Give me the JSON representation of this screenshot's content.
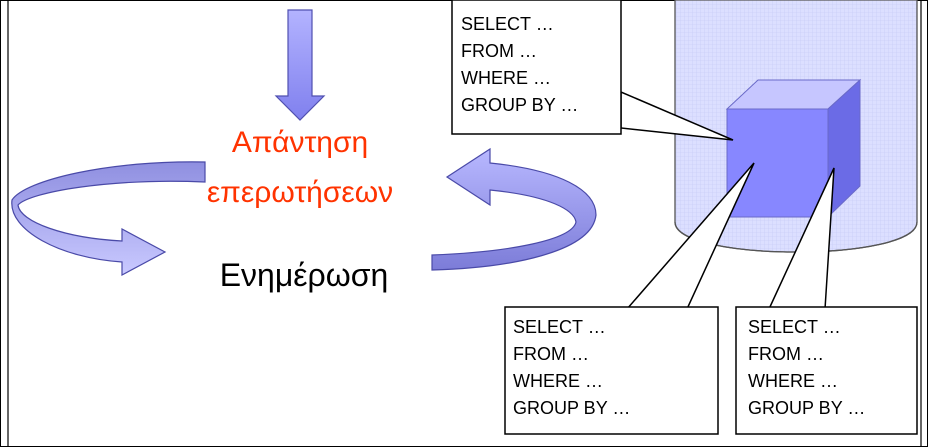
{
  "diagram": {
    "query_answering_line1": "Απάντηση",
    "query_answering_line2": "επερωτήσεων",
    "update_label": "Ενημέρωση",
    "colors": {
      "highlight_text": "#ff3300",
      "arrow_fill": "#9999ff",
      "cylinder_fill": "#d8dcff",
      "cube_front": "#8080ff"
    },
    "callouts": [
      {
        "lines": [
          "SELECT …",
          "FROM …",
          "WHERE …",
          "GROUP BY …"
        ]
      },
      {
        "lines": [
          "SELECT …",
          "FROM …",
          "WHERE …",
          "GROUP BY …"
        ]
      },
      {
        "lines": [
          "SELECT …",
          "FROM …",
          "WHERE …",
          "GROUP BY …"
        ]
      }
    ]
  }
}
